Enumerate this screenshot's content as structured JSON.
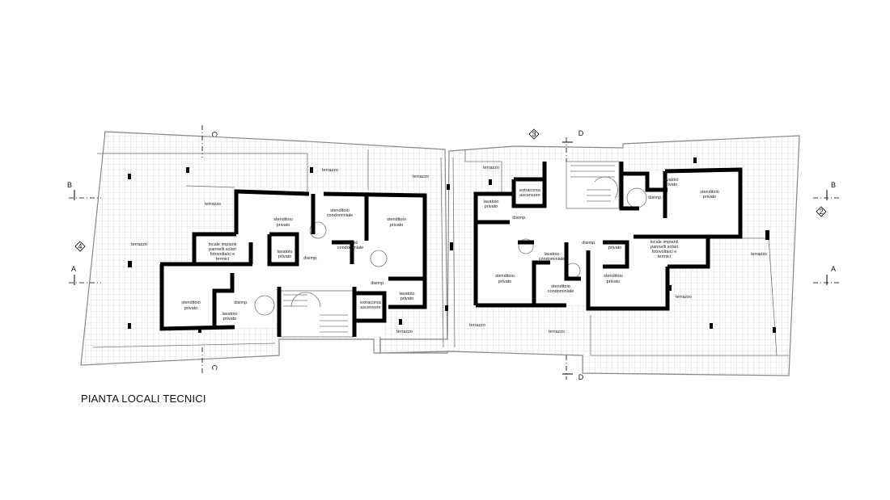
{
  "title": "PIANTA LOCALI TECNICI",
  "sections": {
    "a": "A",
    "b": "B",
    "c": "C",
    "d": "D"
  },
  "axes": {
    "four": "4",
    "three": "3",
    "two": "2"
  },
  "left_wing": {
    "terrazzo": "terrazzo",
    "stenditoio_privato": [
      "stenditoio",
      "privato"
    ],
    "stenditoio_condominiale": [
      "stenditoio",
      "condominiale"
    ],
    "locale_impianti": [
      "locale impianti",
      "pannelli solari",
      "fotovoltaici e",
      "termici"
    ],
    "lavatoio_privato": [
      "lavatoio",
      "privato"
    ],
    "lavatoio_condominiale": [
      "lavatoio",
      "condominiale"
    ],
    "disimp": "disimp.",
    "extracorsa": [
      "extracorsa",
      "ascensore"
    ]
  },
  "right_wing": {
    "terrazzo": "terrazzo",
    "stenditoio_privato": [
      "stenditoio",
      "privato"
    ],
    "stenditoio_condominiale": [
      "stenditoio",
      "condominiale"
    ],
    "locale_impianti": [
      "locale impianti",
      "pannelli solari",
      "fotovoltaici e",
      "termici"
    ],
    "lavatoio_privato": [
      "lavatoio",
      "privato"
    ],
    "lavatoio_condominiale": [
      "lavatoio",
      "condominiale"
    ],
    "disimp": "disimp.",
    "extracorsa": [
      "extracorsa",
      "ascensore"
    ]
  }
}
